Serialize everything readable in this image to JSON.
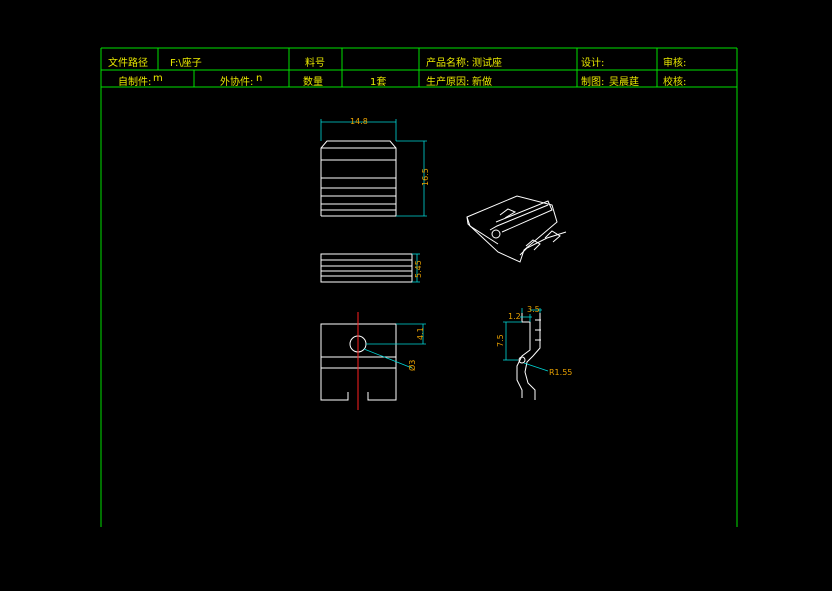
{
  "title_block": {
    "file_path_label": "文件路径",
    "file_path_value": "F:\\座子",
    "code_label": "料号",
    "code_value": "",
    "product_name_label": "产品名称:",
    "product_name_value": "测试座",
    "design_label": "设计:",
    "review_label": "审核:",
    "self_made_label": "自制件:",
    "self_made_value": "m",
    "outsourced_label": "外协件:",
    "outsourced_value": "n",
    "qty_label": "数量",
    "qty_value": "1套",
    "reason_label": "生产原因:",
    "reason_value": "新做",
    "drafter_label": "制图:",
    "drafter_value": "吴晨莛",
    "checker_label": "校核:"
  },
  "dimensions": {
    "top_width": "14.8",
    "top_height": "16.5",
    "mid_height": "5.45",
    "bottom_hole_offset": "4.1",
    "bottom_hole_dia": "Ø3",
    "side_w1": "3.5",
    "side_w2": "1.2",
    "side_h": "7.5",
    "side_radius": "R1.55"
  },
  "colors": {
    "frame": "#00e000",
    "part": "#ffffff",
    "dim_line": "#00d8d8",
    "dim_text": "#e8a000",
    "centerline": "#ff2020",
    "tb_text": "#e8e800"
  }
}
